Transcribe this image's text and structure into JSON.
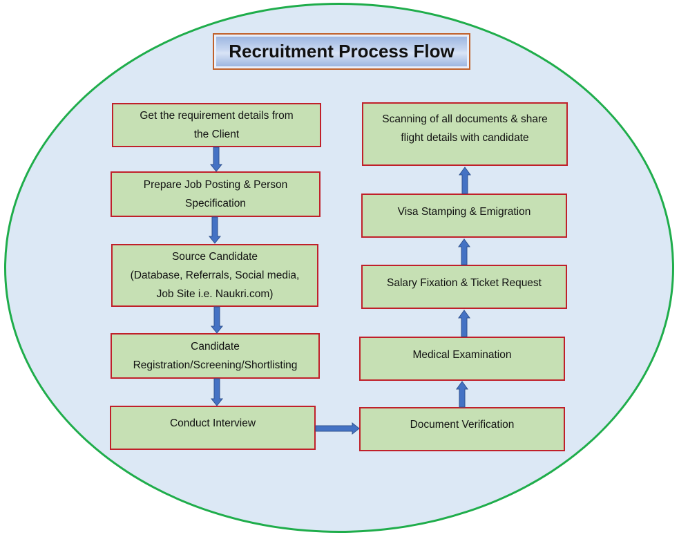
{
  "title": "Recruitment Process Flow",
  "steps": {
    "s1": "Get the requirement  details  from\nthe Client",
    "s2": "Prepare Job Posting & Person\nSpecification",
    "s3": "Source Candidate\n(Database, Referrals,  Social media,\nJob Site i.e. Naukri.com)",
    "s4": "Candidate\nRegistration/Screening/Shortlisting",
    "s5": "Conduct Interview",
    "s6": "Document Verification",
    "s7": "Medical Examination",
    "s8": "Salary Fixation & Ticket Request",
    "s9": "Visa Stamping & Emigration",
    "s10": "Scanning of all documents & share\nflight details with candidate"
  },
  "colors": {
    "oval_border": "#1fad4b",
    "oval_fill": "#dce8f5",
    "box_fill": "#c6e0b4",
    "box_border": "#c0202a",
    "arrow": "#4472c4"
  }
}
